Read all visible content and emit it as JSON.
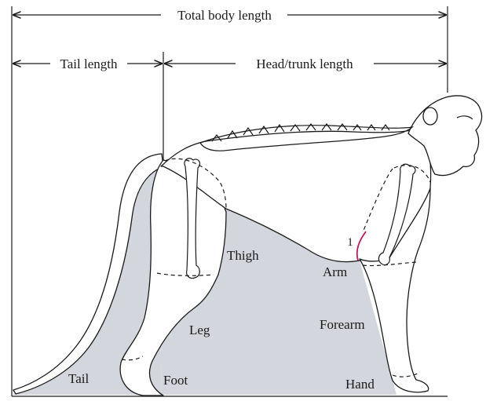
{
  "dimensions": {
    "total": "Total body length",
    "tail": "Tail length",
    "head_trunk": "Head/trunk length"
  },
  "parts": {
    "tail": "Tail",
    "foot": "Foot",
    "leg": "Leg",
    "thigh": "Thigh",
    "arm": "Arm",
    "forearm": "Forearm",
    "hand": "Hand"
  },
  "annotation": {
    "marker": "1",
    "marker_color": "#c2185b"
  },
  "colors": {
    "shade": "#d3d6dc",
    "line": "#1a1a1a"
  }
}
